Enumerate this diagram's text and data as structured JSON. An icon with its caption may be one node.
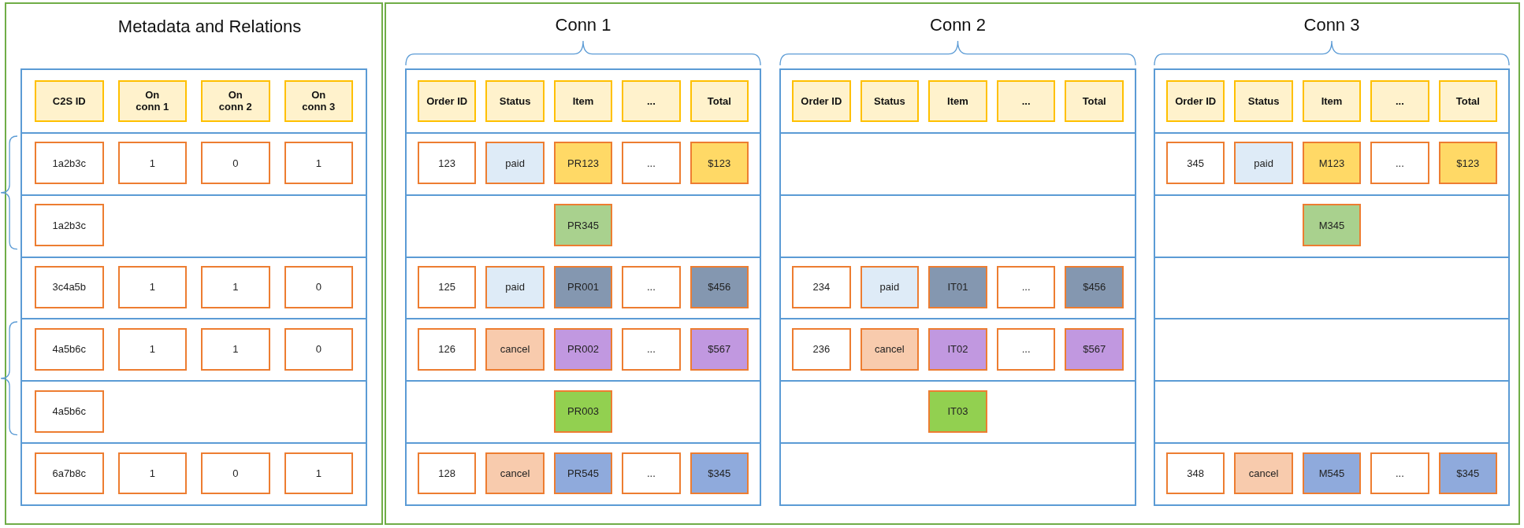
{
  "diagram": {
    "nodes": [
      {
        "text": [
          "Metadata and Relations"
        ]
      },
      {
        "text": [],
        "shape": "box",
        "in": 0
      },
      {
        "text": [],
        "shape": "box",
        "in": 1
      },
      {
        "text": [
          "C2S ID"
        ],
        "in": 2
      },
      {
        "text": [
          "On conn 1"
        ],
        "in": 2
      },
      {
        "text": [
          "On conn 2"
        ],
        "in": 2
      },
      {
        "text": [
          "On conn 3"
        ],
        "in": 2
      },
      {
        "text": [],
        "shape": "box",
        "in": 1
      },
      {
        "text": [
          "1a2b3c"
        ],
        "in": 7
      },
      {
        "text": [
          "1"
        ],
        "in": 7
      },
      {
        "text": [
          "0"
        ],
        "in": 7
      },
      {
        "text": [
          "1"
        ],
        "in": 7
      },
      {
        "text": [],
        "shape": "box",
        "in": 1
      },
      {
        "text": [
          "1a2b3c"
        ],
        "in": 12
      },
      {
        "text": [],
        "shape": "box",
        "in": 1
      },
      {
        "text": [
          "3c4a5b"
        ],
        "in": 14
      },
      {
        "text": [
          "1"
        ],
        "in": 14
      },
      {
        "text": [
          "1"
        ],
        "in": 14
      },
      {
        "text": [
          "0"
        ],
        "in": 14
      },
      {
        "text": [],
        "shape": "box",
        "in": 1
      },
      {
        "text": [
          "4a5b6c"
        ],
        "in": 19
      },
      {
        "text": [
          "1"
        ],
        "in": 19
      },
      {
        "text": [
          "1"
        ],
        "in": 19
      },
      {
        "text": [
          "0"
        ],
        "in": 19
      },
      {
        "text": [],
        "shape": "box",
        "in": 1
      },
      {
        "text": [
          "4a5b6c"
        ],
        "in": 24
      },
      {
        "text": [],
        "shape": "box",
        "in": 1
      },
      {
        "text": [
          "6a7b8c"
        ],
        "in": 26
      },
      {
        "text": [
          "1"
        ],
        "in": 26
      },
      {
        "text": [
          "0"
        ],
        "in": 26
      },
      {
        "text": [
          "1"
        ],
        "in": 26
      },
      {
        "text": [],
        "shape": "box"
      },
      {
        "text": [
          "Conn 1"
        ],
        "in": 31
      },
      {
        "text": [],
        "shape": "box",
        "in": 32
      },
      {
        "text": [
          "Order ID"
        ],
        "in": 33
      },
      {
        "text": [
          "Status"
        ],
        "in": 33
      },
      {
        "text": [
          "Item"
        ],
        "in": 33
      },
      {
        "text": [
          "..."
        ],
        "in": 33
      },
      {
        "text": [
          "Total"
        ],
        "in": 33
      },
      {
        "text": [],
        "shape": "box",
        "in": 32
      },
      {
        "text": [
          "123"
        ],
        "in": 39
      },
      {
        "text": [
          "paid"
        ],
        "in": 39
      },
      {
        "text": [
          "PR123"
        ],
        "in": 39
      },
      {
        "text": [
          "..."
        ],
        "in": 39
      },
      {
        "text": [
          "$123"
        ],
        "in": 39
      },
      {
        "text": [],
        "shape": "box",
        "in": 32
      },
      {
        "text": [
          "PR345"
        ],
        "in": 45
      },
      {
        "text": [],
        "shape": "box",
        "in": 32
      },
      {
        "text": [
          "125"
        ],
        "in": 47
      },
      {
        "text": [
          "paid"
        ],
        "in": 47
      },
      {
        "text": [
          "PR001"
        ],
        "in": 47
      },
      {
        "text": [
          "..."
        ],
        "in": 47
      },
      {
        "text": [
          "$456"
        ],
        "in": 47
      },
      {
        "text": [],
        "shape": "box",
        "in": 32
      },
      {
        "text": [
          "126"
        ],
        "in": 53
      },
      {
        "text": [
          "cancel"
        ],
        "in": 53
      },
      {
        "text": [
          "PR002"
        ],
        "in": 53
      },
      {
        "text": [
          "..."
        ],
        "in": 53
      },
      {
        "text": [
          "$567"
        ],
        "in": 53
      },
      {
        "text": [],
        "shape": "box",
        "in": 32
      },
      {
        "text": [
          "PR003"
        ],
        "in": 59
      },
      {
        "text": [],
        "shape": "box",
        "in": 32
      },
      {
        "text": [
          "128"
        ],
        "in": 61
      },
      {
        "text": [
          "cancel"
        ],
        "in": 61
      },
      {
        "text": [
          "PR545"
        ],
        "in": 61
      },
      {
        "text": [
          "..."
        ],
        "in": 61
      },
      {
        "text": [
          "$345"
        ],
        "in": 61
      },
      {
        "text": [
          "Conn 2"
        ],
        "in": 31
      },
      {
        "text": [],
        "shape": "box",
        "in": 67
      },
      {
        "text": [
          "Order ID"
        ],
        "in": 68
      },
      {
        "text": [
          "Status"
        ],
        "in": 68
      },
      {
        "text": [
          "Item"
        ],
        "in": 68
      },
      {
        "text": [
          "..."
        ],
        "in": 68
      },
      {
        "text": [
          "Total"
        ],
        "in": 68
      },
      {
        "text": [],
        "shape": "box",
        "in": 67
      },
      {
        "text": [],
        "shape": "box",
        "in": 67
      },
      {
        "text": [],
        "shape": "box",
        "in": 67
      },
      {
        "text": [
          "234"
        ],
        "in": 76
      },
      {
        "text": [
          "paid"
        ],
        "in": 76
      },
      {
        "text": [
          "IT01"
        ],
        "in": 76
      },
      {
        "text": [
          "..."
        ],
        "in": 76
      },
      {
        "text": [
          "$456"
        ],
        "in": 76
      },
      {
        "text": [],
        "shape": "box",
        "in": 67
      },
      {
        "text": [
          "236"
        ],
        "in": 82
      },
      {
        "text": [
          "cancel"
        ],
        "in": 82
      },
      {
        "text": [
          "IT02"
        ],
        "in": 82
      },
      {
        "text": [
          "..."
        ],
        "in": 82
      },
      {
        "text": [
          "$567"
        ],
        "in": 82
      },
      {
        "text": [],
        "shape": "box",
        "in": 67
      },
      {
        "text": [
          "IT03"
        ],
        "in": 88
      },
      {
        "text": [],
        "shape": "box",
        "in": 67
      },
      {
        "text": [
          "Conn 3"
        ],
        "in": 31
      },
      {
        "text": [],
        "shape": "box",
        "in": 91
      },
      {
        "text": [
          "Order ID"
        ],
        "in": 92
      },
      {
        "text": [
          "Status"
        ],
        "in": 92
      },
      {
        "text": [
          "Item"
        ],
        "in": 92
      },
      {
        "text": [
          "..."
        ],
        "in": 92
      },
      {
        "text": [
          "Total"
        ],
        "in": 92
      },
      {
        "text": [],
        "shape": "box",
        "in": 91
      },
      {
        "text": [
          "345"
        ],
        "in": 98
      },
      {
        "text": [
          "paid"
        ],
        "in": 98
      },
      {
        "text": [
          "M123"
        ],
        "in": 98
      },
      {
        "text": [
          "..."
        ],
        "in": 98
      },
      {
        "text": [
          "$123"
        ],
        "in": 98
      },
      {
        "text": [],
        "shape": "box",
        "in": 91
      },
      {
        "text": [
          "M345"
        ],
        "in": 104
      },
      {
        "text": [],
        "shape": "box",
        "in": 91
      },
      {
        "text": [],
        "shape": "box",
        "in": 91
      },
      {
        "text": [],
        "shape": "box",
        "in": 91
      },
      {
        "text": [],
        "shape": "box",
        "in": 91
      },
      {
        "text": [
          "348"
        ],
        "in": 109
      },
      {
        "text": [
          "cancel"
        ],
        "in": 109
      },
      {
        "text": [
          "M545"
        ],
        "in": 109
      },
      {
        "text": [
          "..."
        ],
        "in": 109
      },
      {
        "text": [
          "$345"
        ],
        "in": 109
      }
    ],
    "edges": []
  }
}
